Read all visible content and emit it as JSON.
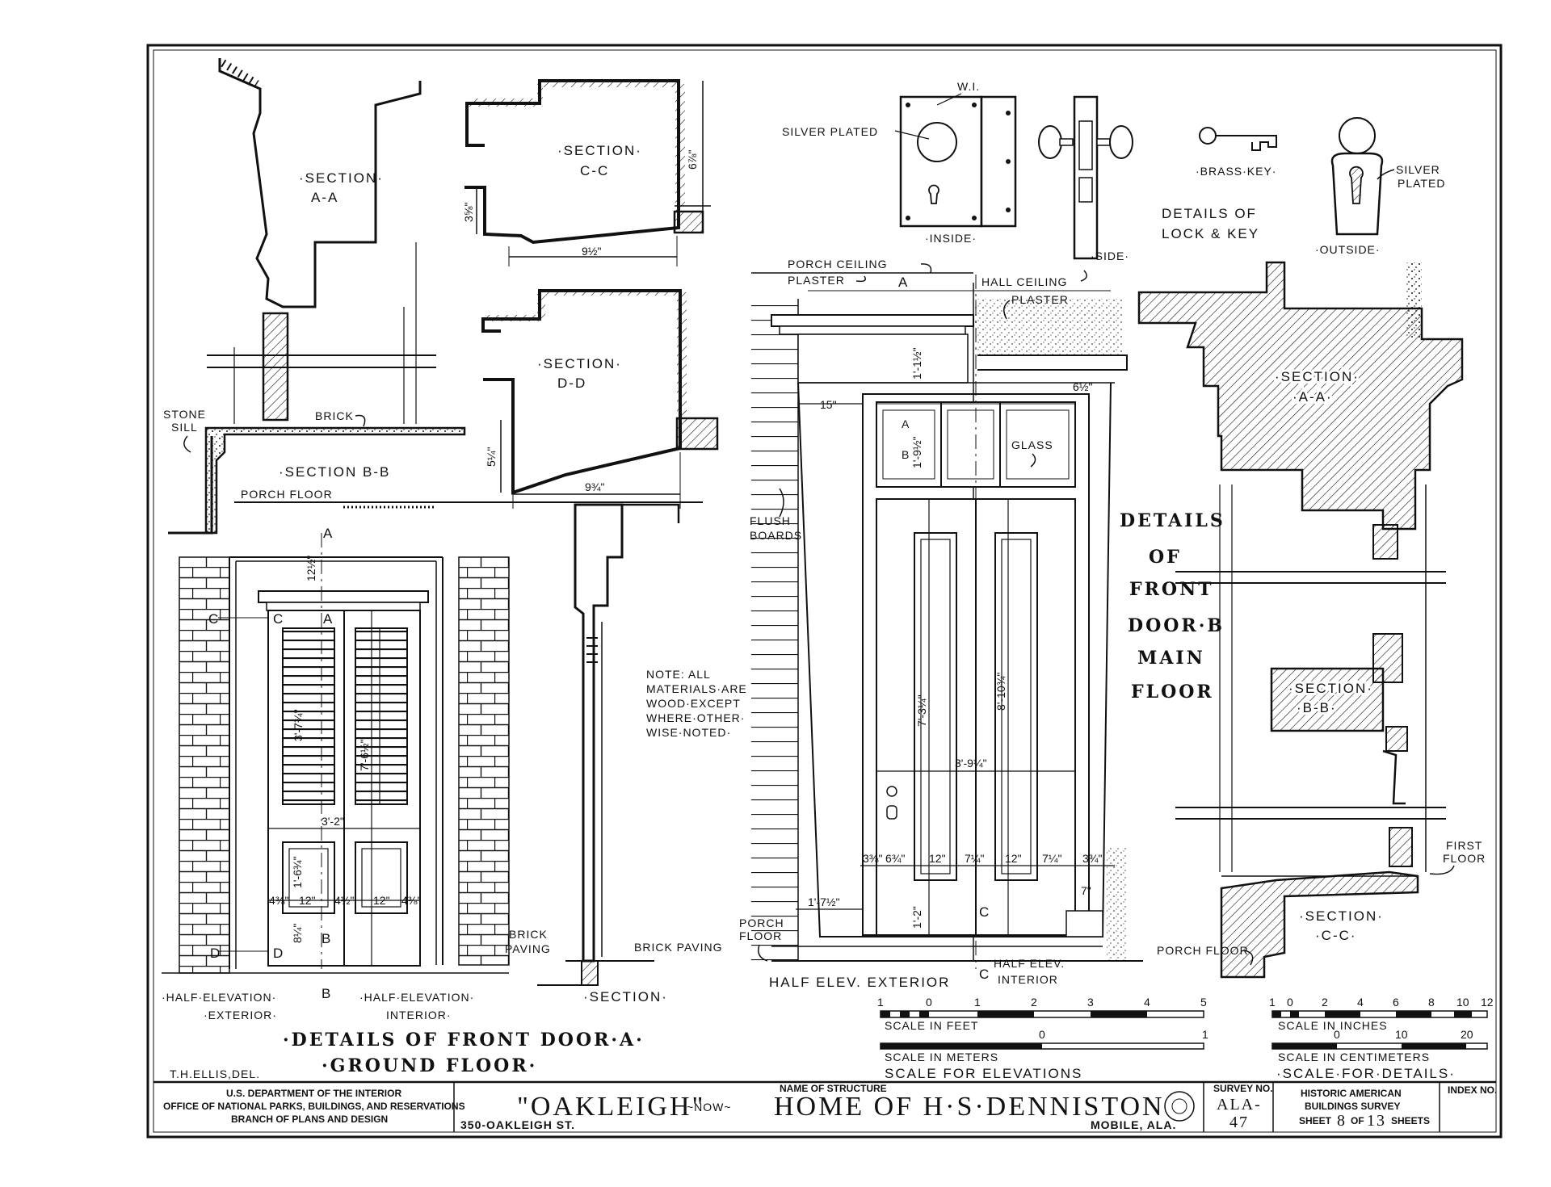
{
  "sections": {
    "sec_aa_left": [
      "·SECTION·",
      "A-A"
    ],
    "sec_cc_top": [
      "·SECTION·",
      "C-C"
    ],
    "sec_dd": [
      "·SECTION·",
      "D-D"
    ],
    "sec_bb_left": "·SECTION B-B",
    "sec_section": "·SECTION·",
    "sec_aa_right": [
      "·SECTION·",
      "·A-A·"
    ],
    "sec_bb_right": [
      "·SECTION·",
      "·B-B·"
    ],
    "sec_cc_right": [
      "·SECTION·",
      "·C-C·"
    ]
  },
  "labels": {
    "stone_sill": [
      "STONE",
      "SILL"
    ],
    "brick": "BRICK",
    "porch_floor_left": "PORCH FLOOR",
    "brick_paving_a": [
      "BRICK",
      "PAVING"
    ],
    "brick_paving_b": "BRICK PAVING",
    "half_elev_ext_a": [
      "·HALF·ELEVATION·",
      "·EXTERIOR·"
    ],
    "half_elev_int_a": [
      "·HALF·ELEVATION·",
      "INTERIOR·"
    ],
    "half_elev_ext_b": "HALF ELEV. EXTERIOR",
    "half_elev_int_b": [
      "HALF ELEV.",
      "INTERIOR"
    ],
    "porch_ceiling": "PORCH CEILING",
    "plaster_a": "PLASTER",
    "hall_ceiling": "HALL CEILING",
    "plaster_b": "PLASTER",
    "flush_boards": [
      "FLUSH",
      "BOARDS"
    ],
    "glass": "GLASS",
    "porch_floor_b": [
      "PORCH",
      "FLOOR"
    ],
    "porch_floor_right": "PORCH FLOOR",
    "first_floor": [
      "FIRST",
      "FLOOR"
    ],
    "note": [
      "NOTE: ALL",
      "MATERIALS·ARE",
      "WOOD·EXCEPT",
      "WHERE·OTHER·",
      "WISE·NOTED·"
    ],
    "silver_plated_a": "SILVER PLATED",
    "wi": "W.I.",
    "inside": "·INSIDE·",
    "side": "·SIDE·",
    "brass_key": "·BRASS·KEY·",
    "silver_plated_b": [
      "SILVER",
      "PLATED"
    ],
    "outside": "·OUTSIDE·",
    "lock_key": [
      "DETAILS OF",
      "LOCK & KEY"
    ],
    "door_b_title": [
      "DETAILS",
      "OF",
      "FRONT",
      "DOOR·B",
      "MAIN",
      "FLOOR"
    ],
    "door_a_title": [
      "·DETAILS OF FRONT DOOR·A·",
      "·GROUND FLOOR·"
    ],
    "delineator": "T.H.ELLIS,DEL.",
    "markers": [
      "A",
      "B",
      "C",
      "D"
    ]
  },
  "dimensions": {
    "cc_width": "9½\"",
    "cc_height": "6⅞\"",
    "cc_left": "3⅝\"",
    "dd_width": "9¾\"",
    "dd_left": "5¼\"",
    "a_width": "3'-2\"",
    "a_top": "12½\"",
    "a_louver": "3'-7¾\"",
    "a_mid": "7'-6½\"",
    "a_rail": "1'-6¾\"",
    "a_panel_row": [
      "4⅜\"",
      "12\"",
      "4½\"",
      "12\"",
      "4⅜\""
    ],
    "a_bottom": "8¼\"",
    "b_width": "3'-9¼\"",
    "b_15": "15\"",
    "b_top": "1'-1½\"",
    "b_transom": "1'-9½\"",
    "b_frame": "6½\"",
    "b_door_h": "8'-10¾\"",
    "b_side_h": "7'-3¼\"",
    "b_panel_row": [
      "3⅜\"",
      "6¾\"",
      "12\"",
      "7¼\"",
      "12\"",
      "7¼\"",
      "3¾\""
    ],
    "b_base": "1'-7½\"",
    "b_7": "7\"",
    "b_bottom": "1'-2\""
  },
  "scales": {
    "elev_feet_ticks": [
      "1",
      "0",
      "1",
      "2",
      "3",
      "4",
      "5"
    ],
    "elev_feet": "SCALE IN FEET",
    "elev_meter_ticks": [
      "0",
      "1"
    ],
    "elev_meters": "SCALE IN METERS",
    "elev_title": "SCALE FOR ELEVATIONS",
    "det_inch_ticks": [
      "1",
      "0",
      "2",
      "4",
      "6",
      "8",
      "10",
      "12"
    ],
    "det_inches": "SCALE IN INCHES",
    "det_cm_ticks": [
      "0",
      "10",
      "20"
    ],
    "det_cm": "SCALE IN CENTIMETERS",
    "det_title": "·SCALE·FOR·DETAILS·"
  },
  "title_block": {
    "dept": [
      "U.S. DEPARTMENT OF THE INTERIOR",
      "OFFICE OF NATIONAL PARKS, BUILDINGS, AND RESERVATIONS",
      "BRANCH OF PLANS AND DESIGN"
    ],
    "name_label": "NAME OF STRUCTURE",
    "name_a": "\"OAKLEIGH\"",
    "now": "~NOW~",
    "name_b": "HOME OF H·S·DENNISTON",
    "address": "350-OAKLEIGH ST.",
    "city": "MOBILE, ALA.",
    "survey_label": "SURVEY NO.",
    "survey_no": [
      "ALA-",
      "47"
    ],
    "org": [
      "HISTORIC AMERICAN",
      "BUILDINGS SURVEY"
    ],
    "sheet": [
      "SHEET",
      "8",
      "OF",
      "13",
      "SHEETS"
    ],
    "index_label": "INDEX NO."
  }
}
